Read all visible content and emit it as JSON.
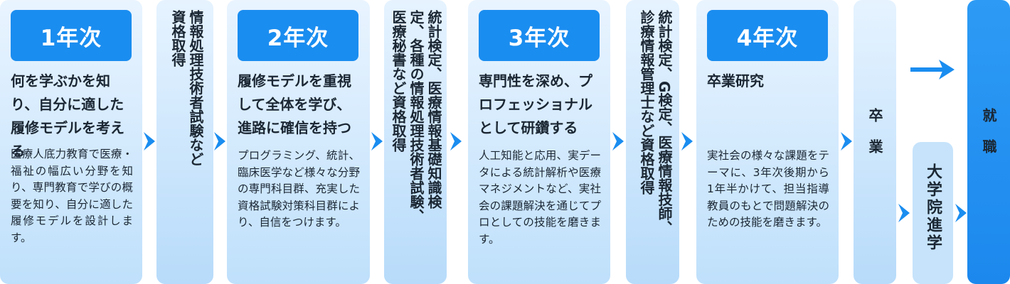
{
  "years": [
    {
      "badge": "1年次",
      "heading": "何を学ぶかを知り、自分に適した履修モデルを考える",
      "body": "医療人底力教育で医療・福祉の幅広い分野を知り、専門教育で学びの概要を知り、自分に適した履修モデルを設計します。"
    },
    {
      "badge": "2年次",
      "heading": "履修モデルを重視して全体を学び、進路に確信を持つ",
      "body": "プログラミング、統計、臨床医学など様々な分野の専門科目群、充実した資格試験対策科目群により、自信をつけます。"
    },
    {
      "badge": "3年次",
      "heading": "専門性を深め、プロフェッショナルとして研鑽する",
      "body": "人工知能と応用、実データによる統計解析や医療マネジメントなど、実社会の課題解決を通じてプロとしての技能を磨きます。"
    },
    {
      "badge": "4年次",
      "heading": "卒業研究",
      "body": "実社会の様々な課題をテーマに、3年次後期から1年半かけて、担当指導教員のもとで問題解決のための技能を磨きます。"
    }
  ],
  "certs": [
    {
      "text": "情報処理技術者試験など\n資格取得"
    },
    {
      "text": "統計検定、医療情報基礎知識検\n定、各種の情報処理技術者試験、\n医療秘書など資格取得"
    },
    {
      "text": "統計検定、G検定、医療情報技師、\n診療情報管理士など資格取得"
    }
  ],
  "graduation": "卒業",
  "grad_school": "大学院進学",
  "employment": "就職",
  "colors": {
    "badge": "#1a8df0",
    "chevron": "#1a8df0",
    "employment_panel": "#2a95f0",
    "grad_panel": "#c6e3fb"
  }
}
